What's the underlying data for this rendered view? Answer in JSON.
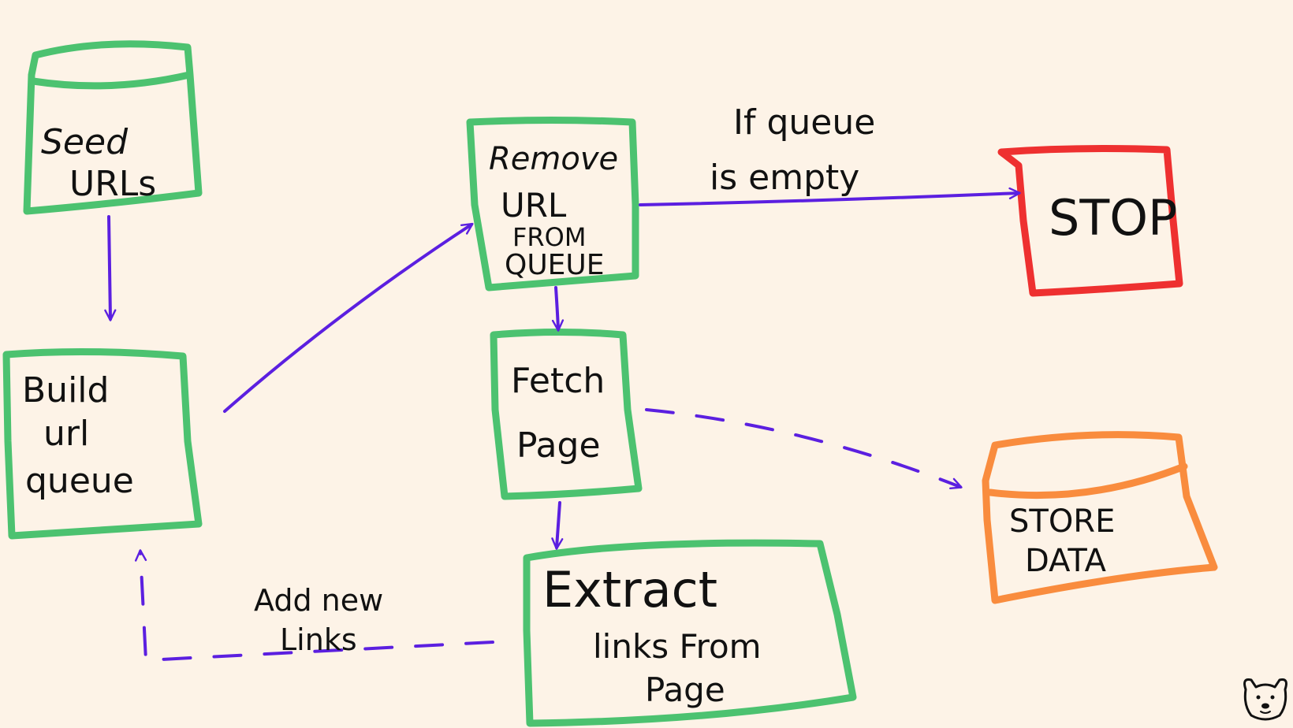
{
  "colors": {
    "background": "#fdf3e7",
    "process_box": "#4cc270",
    "stop_box": "#ee3030",
    "store_box": "#f98c3e",
    "arrow": "#5b1fe0",
    "text": "#111111"
  },
  "nodes": {
    "seed": {
      "line1": "Seed",
      "line2": "URLs"
    },
    "build": {
      "line1": "Build",
      "line2": "url",
      "line3": "queue"
    },
    "remove": {
      "line1": "Remove",
      "line2": "URL",
      "line3": "FROM",
      "line4": "QUEUE"
    },
    "stop": {
      "label": "STOP"
    },
    "fetch": {
      "line1": "Fetch",
      "line2": "Page"
    },
    "store": {
      "line1": "STORE",
      "line2": "DATA"
    },
    "extract": {
      "line1": "Extract",
      "line2": "links From",
      "line3": "Page"
    }
  },
  "edge_labels": {
    "queue_empty": {
      "line1": "If queue",
      "line2": "is empty"
    },
    "add_links": {
      "line1": "Add new",
      "line2": "Links"
    }
  },
  "icons": {
    "corner": "dog-face-icon"
  }
}
